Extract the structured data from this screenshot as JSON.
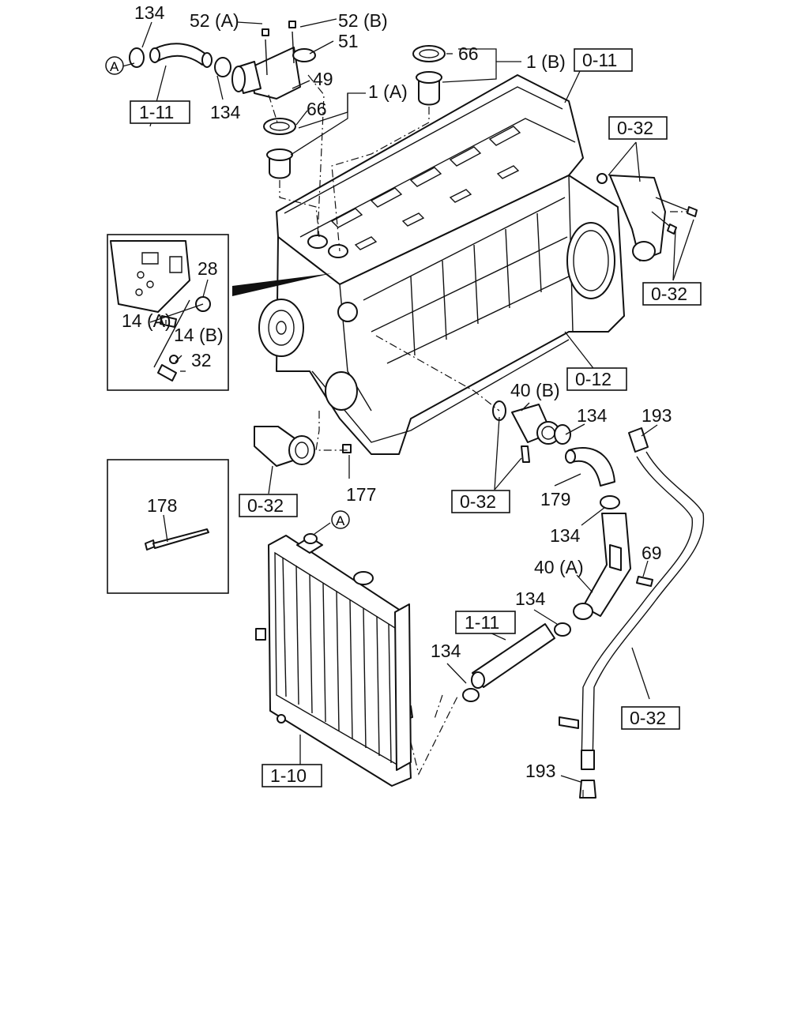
{
  "callouts": {
    "p134_a": "134",
    "p52a": "52 (A)",
    "p52b": "52 (B)",
    "p51": "51",
    "p49": "49",
    "p134_b": "134",
    "p66_a": "66",
    "p1b": "1 (B)",
    "p66_b": "66",
    "p1a": "1 (A)",
    "p28": "28",
    "p14a": "14 (A)",
    "p14b": "14 (B)",
    "p32": "32",
    "p40b": "40 (B)",
    "p134_c": "134",
    "p193_a": "193",
    "p179": "179",
    "p177": "177",
    "p178": "178",
    "p134_d": "134",
    "p69": "69",
    "p40a": "40 (A)",
    "p134_e": "134",
    "p134_f": "134",
    "p193_b": "193"
  },
  "refs": {
    "r1_11_top": "1-11",
    "r0_11": "0-11",
    "r0_32_a": "0-32",
    "r0_32_b": "0-32",
    "r0_12": "0-12",
    "r0_32_c": "0-32",
    "r0_32_d": "0-32",
    "r1_11_mid": "1-11",
    "r0_32_e": "0-32",
    "r1_10": "1-10"
  },
  "markers": {
    "a_top": "A",
    "a_radiator": "A"
  }
}
